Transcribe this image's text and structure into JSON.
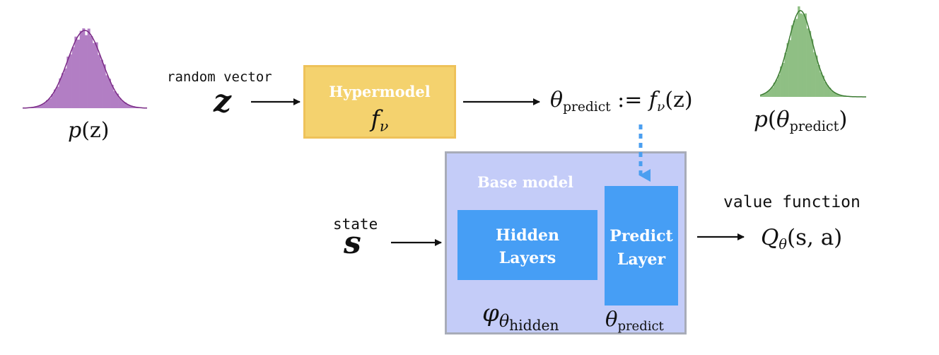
{
  "inputs": {
    "random_vector_label": "random vector",
    "z_symbol": "z",
    "state_label": "state",
    "s_symbol": "s"
  },
  "hypermodel": {
    "title": "Hypermodel",
    "symbol_base": "f",
    "symbol_sub": "ν"
  },
  "output_param": {
    "theta": "θ",
    "sub": "predict",
    "assign": " := ",
    "f": "f",
    "f_sub": "ν",
    "arg": "(z)"
  },
  "distributions": {
    "pz": {
      "p": "p",
      "arg": "(z)",
      "color": "#b27ec4",
      "line_color": "#7a2a86"
    },
    "ptheta": {
      "p": "p",
      "open": "(",
      "theta": "θ",
      "sub": "predict",
      "close": ")",
      "color": "#8fbf84",
      "line_color": "#3b7a32"
    }
  },
  "base_model": {
    "title": "Base model",
    "hidden_line1": "Hidden",
    "hidden_line2": "Layers",
    "predict_line1": "Predict",
    "predict_line2": "Layer",
    "phi": "φ",
    "phi_theta": "θ",
    "phi_sub": "hidden",
    "theta": "θ",
    "theta_sub": "predict"
  },
  "value_function": {
    "label": "value function",
    "Q": "Q",
    "Q_sub": "θ",
    "arg": "(s, a)"
  },
  "colors": {
    "hyper_fill": "#f4d26e",
    "base_fill": "#c4ccf8",
    "layer_fill": "#469ef5",
    "dotted_arrow": "#4b9ff0"
  }
}
